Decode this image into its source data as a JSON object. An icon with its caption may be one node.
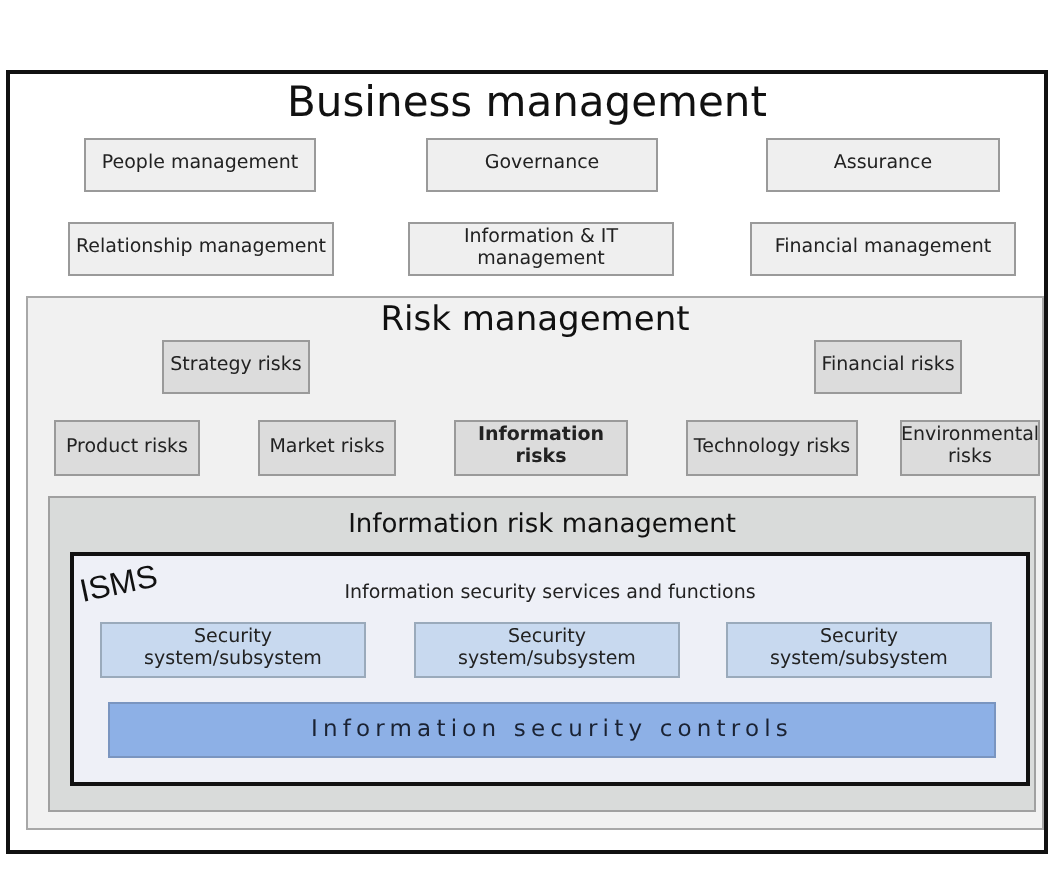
{
  "diagram": {
    "nodes": [
      {
        "text": [
          "Business management"
        ]
      },
      {
        "text": [
          "People management"
        ],
        "in": 0
      },
      {
        "text": [
          "Governance"
        ],
        "in": 0
      },
      {
        "text": [
          "Assurance"
        ],
        "in": 0
      },
      {
        "text": [
          "Relationship management"
        ],
        "in": 0
      },
      {
        "text": [
          "Information & IT management"
        ],
        "in": 0
      },
      {
        "text": [
          "Financial management"
        ],
        "in": 0
      },
      {
        "text": [
          "Risk management"
        ],
        "in": 0
      },
      {
        "text": [
          "Strategy risks"
        ],
        "in": 7
      },
      {
        "text": [
          "Financial risks"
        ],
        "in": 7
      },
      {
        "text": [
          "Product risks"
        ],
        "in": 7
      },
      {
        "text": [
          "Market risks"
        ],
        "in": 7
      },
      {
        "text": [
          "Information risks"
        ],
        "in": 7
      },
      {
        "text": [
          "Technology risks"
        ],
        "in": 7
      },
      {
        "text": [
          "Environmental risks"
        ],
        "in": 7
      },
      {
        "text": [
          "Information risk management"
        ],
        "in": 7
      },
      {
        "text": [
          "ISMS",
          "Information security services and functions"
        ],
        "in": 15
      },
      {
        "text": [
          "Security system/subsystem"
        ],
        "in": 16
      },
      {
        "text": [
          "Security system/subsystem"
        ],
        "in": 16
      },
      {
        "text": [
          "Security system/subsystem"
        ],
        "in": 16
      },
      {
        "text": [
          "Information security controls"
        ],
        "in": 16
      }
    ]
  }
}
